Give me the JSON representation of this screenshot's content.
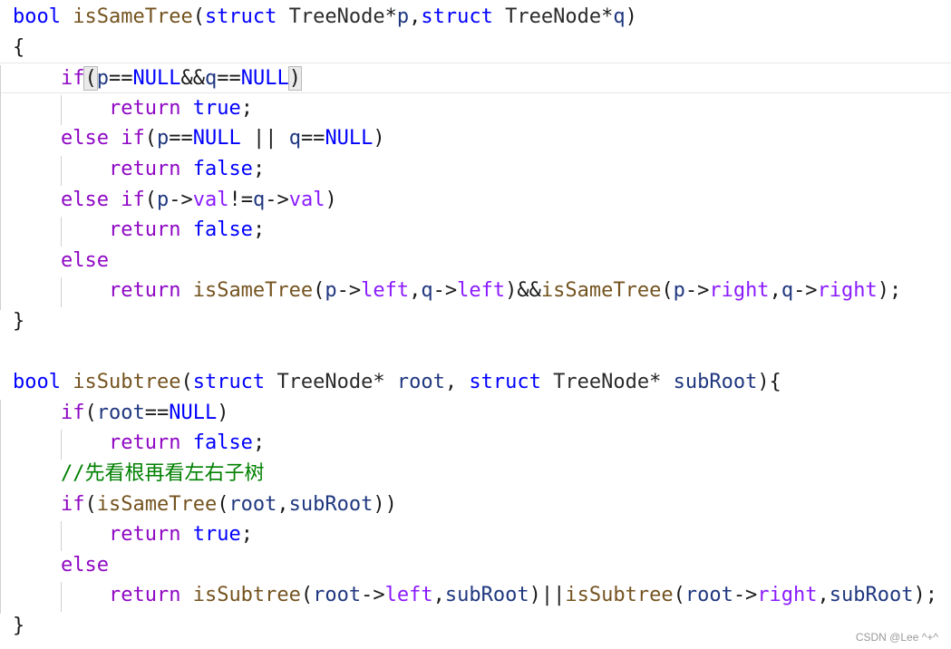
{
  "code": {
    "lines": [
      {
        "tokens": [
          {
            "t": "bool",
            "c": "kw"
          },
          {
            "t": " "
          },
          {
            "t": "isSameTree",
            "c": "fn"
          },
          {
            "t": "("
          },
          {
            "t": "struct",
            "c": "kw"
          },
          {
            "t": " "
          },
          {
            "t": "TreeNode",
            "c": "ty"
          },
          {
            "t": "*"
          },
          {
            "t": "p",
            "c": "var"
          },
          {
            "t": ","
          },
          {
            "t": "struct",
            "c": "kw"
          },
          {
            "t": " "
          },
          {
            "t": "TreeNode",
            "c": "ty"
          },
          {
            "t": "*"
          },
          {
            "t": "q",
            "c": "var"
          },
          {
            "t": ")"
          }
        ]
      },
      {
        "tokens": [
          {
            "t": "{"
          }
        ]
      },
      {
        "highlight": true,
        "tokens": [
          {
            "t": "    "
          },
          {
            "t": "if",
            "c": "ctl"
          },
          {
            "t": "(",
            "c": "pb"
          },
          {
            "t": "p",
            "c": "var"
          },
          {
            "t": "=="
          },
          {
            "t": "NULL",
            "c": "mac"
          },
          {
            "t": "&&"
          },
          {
            "t": "q",
            "c": "var"
          },
          {
            "t": "=="
          },
          {
            "t": "NULL",
            "c": "mac"
          },
          {
            "t": ")",
            "c": "pb"
          }
        ]
      },
      {
        "tokens": [
          {
            "t": "        "
          },
          {
            "t": "return",
            "c": "ctl"
          },
          {
            "t": " "
          },
          {
            "t": "true",
            "c": "kw"
          },
          {
            "t": ";"
          }
        ]
      },
      {
        "tokens": [
          {
            "t": "    "
          },
          {
            "t": "else",
            "c": "ctl"
          },
          {
            "t": " "
          },
          {
            "t": "if",
            "c": "ctl"
          },
          {
            "t": "("
          },
          {
            "t": "p",
            "c": "var"
          },
          {
            "t": "=="
          },
          {
            "t": "NULL",
            "c": "mac"
          },
          {
            "t": " || "
          },
          {
            "t": "q",
            "c": "var"
          },
          {
            "t": "=="
          },
          {
            "t": "NULL",
            "c": "mac"
          },
          {
            "t": ")"
          }
        ]
      },
      {
        "tokens": [
          {
            "t": "        "
          },
          {
            "t": "return",
            "c": "ctl"
          },
          {
            "t": " "
          },
          {
            "t": "false",
            "c": "kw"
          },
          {
            "t": ";"
          }
        ]
      },
      {
        "tokens": [
          {
            "t": "    "
          },
          {
            "t": "else",
            "c": "ctl"
          },
          {
            "t": " "
          },
          {
            "t": "if",
            "c": "ctl"
          },
          {
            "t": "("
          },
          {
            "t": "p",
            "c": "var"
          },
          {
            "t": "->"
          },
          {
            "t": "val",
            "c": "mem"
          },
          {
            "t": "!="
          },
          {
            "t": "q",
            "c": "var"
          },
          {
            "t": "->"
          },
          {
            "t": "val",
            "c": "mem"
          },
          {
            "t": ")"
          }
        ]
      },
      {
        "tokens": [
          {
            "t": "        "
          },
          {
            "t": "return",
            "c": "ctl"
          },
          {
            "t": " "
          },
          {
            "t": "false",
            "c": "kw"
          },
          {
            "t": ";"
          }
        ]
      },
      {
        "tokens": [
          {
            "t": "    "
          },
          {
            "t": "else",
            "c": "ctl"
          }
        ]
      },
      {
        "tokens": [
          {
            "t": "        "
          },
          {
            "t": "return",
            "c": "ctl"
          },
          {
            "t": " "
          },
          {
            "t": "isSameTree",
            "c": "fn"
          },
          {
            "t": "("
          },
          {
            "t": "p",
            "c": "var"
          },
          {
            "t": "->"
          },
          {
            "t": "left",
            "c": "mem"
          },
          {
            "t": ","
          },
          {
            "t": "q",
            "c": "var"
          },
          {
            "t": "->"
          },
          {
            "t": "left",
            "c": "mem"
          },
          {
            "t": ")&&"
          },
          {
            "t": "isSameTree",
            "c": "fn"
          },
          {
            "t": "("
          },
          {
            "t": "p",
            "c": "var"
          },
          {
            "t": "->"
          },
          {
            "t": "right",
            "c": "mem"
          },
          {
            "t": ","
          },
          {
            "t": "q",
            "c": "var"
          },
          {
            "t": "->"
          },
          {
            "t": "right",
            "c": "mem"
          },
          {
            "t": ");"
          }
        ]
      },
      {
        "tokens": [
          {
            "t": "}"
          }
        ]
      },
      {
        "tokens": []
      },
      {
        "tokens": [
          {
            "t": "bool",
            "c": "kw"
          },
          {
            "t": " "
          },
          {
            "t": "isSubtree",
            "c": "fn"
          },
          {
            "t": "("
          },
          {
            "t": "struct",
            "c": "kw"
          },
          {
            "t": " "
          },
          {
            "t": "TreeNode",
            "c": "ty"
          },
          {
            "t": "* "
          },
          {
            "t": "root",
            "c": "var"
          },
          {
            "t": ", "
          },
          {
            "t": "struct",
            "c": "kw"
          },
          {
            "t": " "
          },
          {
            "t": "TreeNode",
            "c": "ty"
          },
          {
            "t": "* "
          },
          {
            "t": "subRoot",
            "c": "var"
          },
          {
            "t": "){"
          }
        ]
      },
      {
        "tokens": [
          {
            "t": "    "
          },
          {
            "t": "if",
            "c": "ctl"
          },
          {
            "t": "("
          },
          {
            "t": "root",
            "c": "var"
          },
          {
            "t": "=="
          },
          {
            "t": "NULL",
            "c": "mac"
          },
          {
            "t": ")"
          }
        ]
      },
      {
        "tokens": [
          {
            "t": "        "
          },
          {
            "t": "return",
            "c": "ctl"
          },
          {
            "t": " "
          },
          {
            "t": "false",
            "c": "kw"
          },
          {
            "t": ";"
          }
        ]
      },
      {
        "tokens": [
          {
            "t": "    "
          },
          {
            "t": "//先看根再看左右子树",
            "c": "cm"
          }
        ]
      },
      {
        "tokens": [
          {
            "t": "    "
          },
          {
            "t": "if",
            "c": "ctl"
          },
          {
            "t": "("
          },
          {
            "t": "isSameTree",
            "c": "fn"
          },
          {
            "t": "("
          },
          {
            "t": "root",
            "c": "var"
          },
          {
            "t": ","
          },
          {
            "t": "subRoot",
            "c": "var"
          },
          {
            "t": "))"
          }
        ]
      },
      {
        "tokens": [
          {
            "t": "        "
          },
          {
            "t": "return",
            "c": "ctl"
          },
          {
            "t": " "
          },
          {
            "t": "true",
            "c": "kw"
          },
          {
            "t": ";"
          }
        ]
      },
      {
        "tokens": [
          {
            "t": "    "
          },
          {
            "t": "else",
            "c": "ctl"
          }
        ]
      },
      {
        "tokens": [
          {
            "t": "        "
          },
          {
            "t": "return",
            "c": "ctl"
          },
          {
            "t": " "
          },
          {
            "t": "isSubtree",
            "c": "fn"
          },
          {
            "t": "("
          },
          {
            "t": "root",
            "c": "var"
          },
          {
            "t": "->"
          },
          {
            "t": "left",
            "c": "mem"
          },
          {
            "t": ","
          },
          {
            "t": "subRoot",
            "c": "var"
          },
          {
            "t": ")||"
          },
          {
            "t": "isSubtree",
            "c": "fn"
          },
          {
            "t": "("
          },
          {
            "t": "root",
            "c": "var"
          },
          {
            "t": "->"
          },
          {
            "t": "right",
            "c": "mem"
          },
          {
            "t": ","
          },
          {
            "t": "subRoot",
            "c": "var"
          },
          {
            "t": ");"
          }
        ]
      },
      {
        "tokens": [
          {
            "t": "}"
          }
        ]
      }
    ]
  },
  "watermark": "CSDN @Lee ^+^",
  "colors": {
    "keyword": "#0000ff",
    "control": "#8f08c4",
    "function": "#74531f",
    "variable": "#1f377f",
    "member": "#8a1bff",
    "comment": "#008000"
  }
}
